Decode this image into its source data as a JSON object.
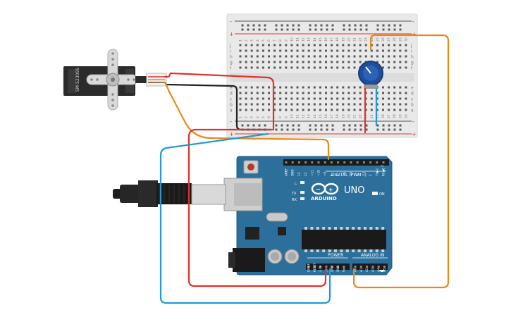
{
  "canvas": {
    "background": "#ffffff"
  },
  "colors": {
    "breadboard": "#e9e9e9",
    "breadboard_rail_red": "#d23b3b",
    "breadboard_rail_blue": "#3a6fd8",
    "arduino_board": "#2b6f9a",
    "wire_red": "#e0322a",
    "wire_black": "#222222",
    "wire_orange": "#e68a1a",
    "wire_blue": "#1f9ad6",
    "potentiometer": "#1f4f9a",
    "servo_body": "#2b2b2b",
    "servo_horn": "#d9d9d9"
  },
  "breadboard": {
    "row_labels_left_top": [
      "j",
      "i",
      "h",
      "g",
      "f"
    ],
    "row_labels_left_bottom": [
      "e",
      "d",
      "c",
      "b",
      "a"
    ],
    "column_numbers": [
      "1",
      "2",
      "3",
      "4",
      "5",
      "6",
      "7",
      "8",
      "9",
      "10",
      "11",
      "12",
      "13",
      "14",
      "15",
      "16",
      "17",
      "18",
      "19",
      "20",
      "21",
      "22",
      "23",
      "24",
      "25",
      "26",
      "27",
      "28",
      "29",
      "30"
    ],
    "rail_plus": "+",
    "rail_minus": "-"
  },
  "servo": {
    "label": "SM-S2309S"
  },
  "arduino": {
    "logo_text": "ARDUINO",
    "model": "UNO",
    "digital_label": "DIGITAL (PWM~)",
    "analog_label": "ANALOG IN",
    "power_label": "POWER",
    "on_label": "ON",
    "tx_label": "TX",
    "rx_label": "RX",
    "l_label": "L",
    "aref": "AREF",
    "gnd": "GND",
    "digital_pins": [
      "13",
      "12",
      "~11",
      "~10",
      "~9",
      "8",
      "7",
      "~6",
      "~5",
      "4",
      "~3",
      "2",
      "TX▶1",
      "RX◀0"
    ],
    "power_pins": [
      "IOREF",
      "RESET",
      "3.3V",
      "5V",
      "GND",
      "GND",
      "Vin"
    ],
    "analog_pins": [
      "A0",
      "A1",
      "A2",
      "A3",
      "A4",
      "A5"
    ]
  }
}
